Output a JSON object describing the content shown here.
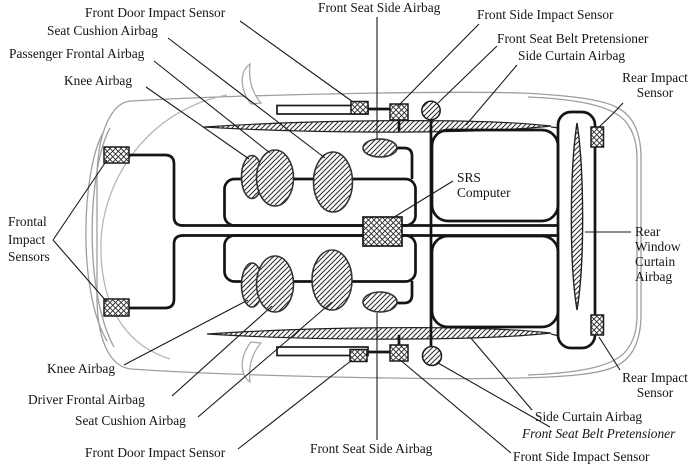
{
  "labels": {
    "front_door_impact_sensor_top": "Front Door Impact Sensor",
    "seat_cushion_airbag_top": "Seat Cushion Airbag",
    "passenger_frontal_airbag": "Passenger Frontal Airbag",
    "knee_airbag_top": "Knee Airbag",
    "front_seat_side_airbag_top": "Front Seat Side Airbag",
    "front_side_impact_sensor_top": "Front Side Impact Sensor",
    "front_seat_belt_pretensioner_top": "Front Seat Belt Pretensioner",
    "side_curtain_airbag_top": "Side Curtain Airbag",
    "rear_impact_sensor_top": "Rear Impact\nSensor",
    "frontal_impact_sensors": "Frontal\nImpact\nSensors",
    "srs_computer": "SRS\nComputer",
    "rear_window_curtain_airbag": "Rear\nWindow\nCurtain\nAirbag",
    "knee_airbag_bottom": "Knee Airbag",
    "driver_frontal_airbag": "Driver Frontal Airbag",
    "seat_cushion_airbag_bottom": "Seat Cushion Airbag",
    "front_door_impact_sensor_bottom": "Front Door Impact Sensor",
    "front_seat_side_airbag_bottom": "Front Seat Side Airbag",
    "front_side_impact_sensor_bottom": "Front Side Impact Sensor",
    "side_curtain_airbag_bottom": "Side Curtain Airbag",
    "front_seat_belt_pretensioner_bottom": "Front Seat Belt Pretensioner",
    "rear_impact_sensor_bottom": "Rear Impact\nSensor"
  },
  "colors": {
    "ink": "#1a1a1a",
    "body_outline": "#9e9e9e",
    "paper": "#ffffff"
  }
}
